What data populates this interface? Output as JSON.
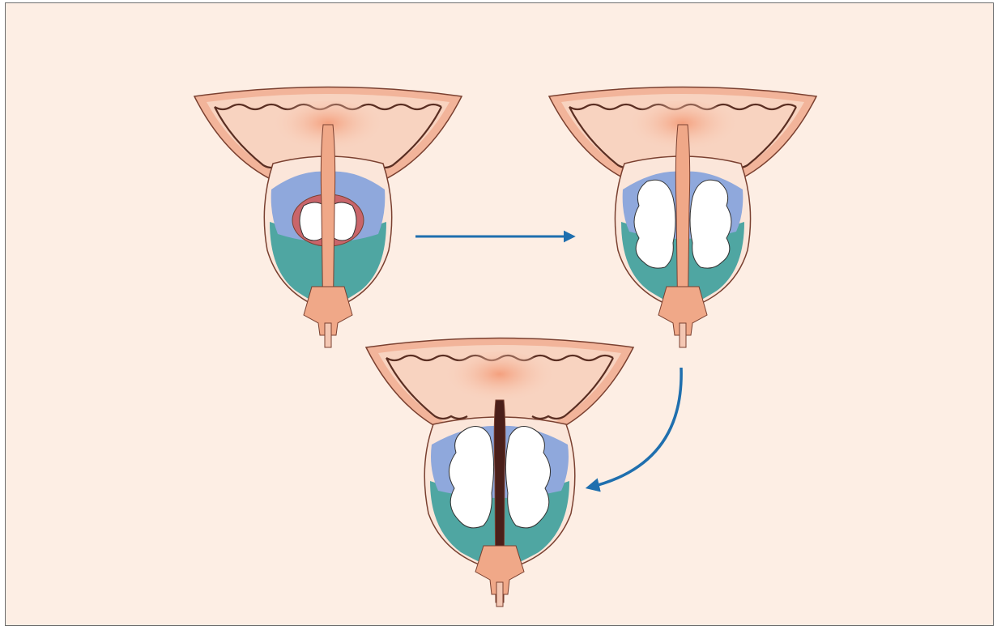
{
  "figure": {
    "stages": [
      {
        "id": "stage-1",
        "lobe_state": "small",
        "nodule_ring": true
      },
      {
        "id": "stage-2",
        "lobe_state": "enlarged",
        "nodule_ring": false
      },
      {
        "id": "stage-3",
        "lobe_state": "large",
        "nodule_ring": false
      }
    ],
    "arrows": [
      {
        "from": "stage-1",
        "to": "stage-2",
        "shape": "straight"
      },
      {
        "from": "stage-2",
        "to": "stage-3",
        "shape": "curved"
      }
    ],
    "colors": {
      "background": "#fdeee4",
      "frame_border": "#6e6e6e",
      "bladder_wall": "#f2b49a",
      "bladder_inner": "#f8d3c0",
      "bladder_dark_line": "#5a2e22",
      "capsule_outer": "#fbe6da",
      "inner_zone": "#8fa8dc",
      "outer_zone": "#4fa6a2",
      "urethra": "#f0a888",
      "nodule_ring": "#c9656a",
      "adenoma": "#ffffff",
      "arrow": "#1f6fae"
    }
  }
}
